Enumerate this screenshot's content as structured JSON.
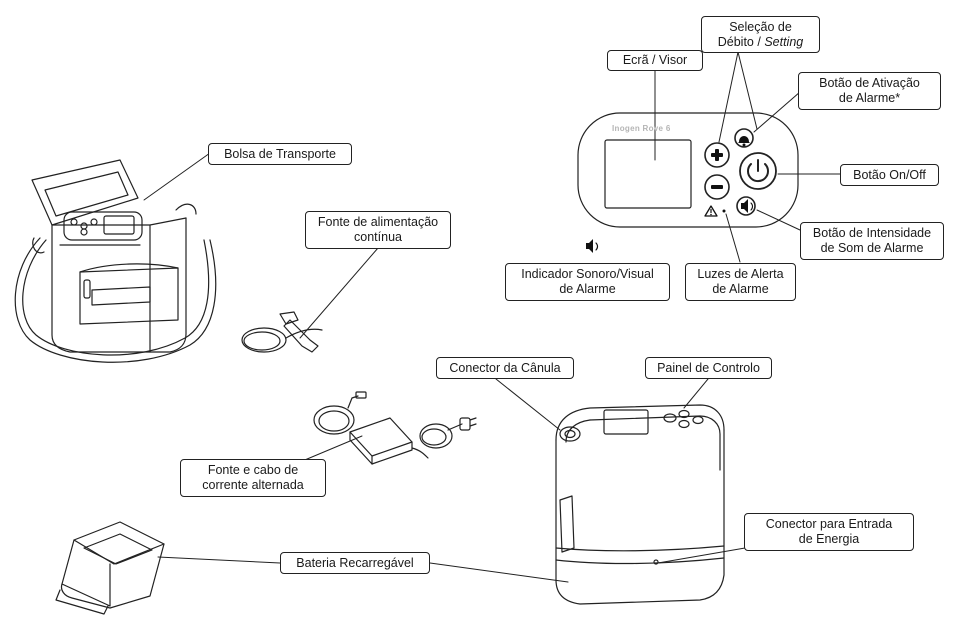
{
  "labels": {
    "bag": "Bolsa de Transporte",
    "dc_power_line1": "Fonte de alimentação",
    "dc_power_line2": "contínua",
    "screen": "Ecrã / Visor",
    "flow_line1": "Seleção de",
    "flow_line2a": "Débito / ",
    "flow_line2b": "Setting",
    "alarm_btn_line1": "Botão de Ativação",
    "alarm_btn_line2": "de Alarme*",
    "onoff": "Botão On/Off",
    "volume_line1": "Botão de Intensidade",
    "volume_line2": "de Som de Alarme",
    "indicator_line1": "Indicador Sonoro/Visual",
    "indicator_line2": "de Alarme",
    "alert_lights_line1": "Luzes de Alerta",
    "alert_lights_line2": "de Alarme",
    "cannula": "Conector da Cânula",
    "control_panel": "Painel de Controlo",
    "ac_power_line1": "Fonte e cabo de",
    "ac_power_line2": "corrente alternada",
    "battery": "Bateria Recarregável",
    "energy_line1": "Conector para Entrada",
    "energy_line2": "de Energia"
  },
  "device_brand": "Inogen Rove 6",
  "icons": {
    "speaker": "speaker-icon",
    "warning": "warning-icon",
    "bell": "bell-icon",
    "power": "power-icon",
    "plus": "plus-icon",
    "minus": "minus-icon"
  },
  "colors": {
    "line": "#222222",
    "background": "#ffffff"
  }
}
